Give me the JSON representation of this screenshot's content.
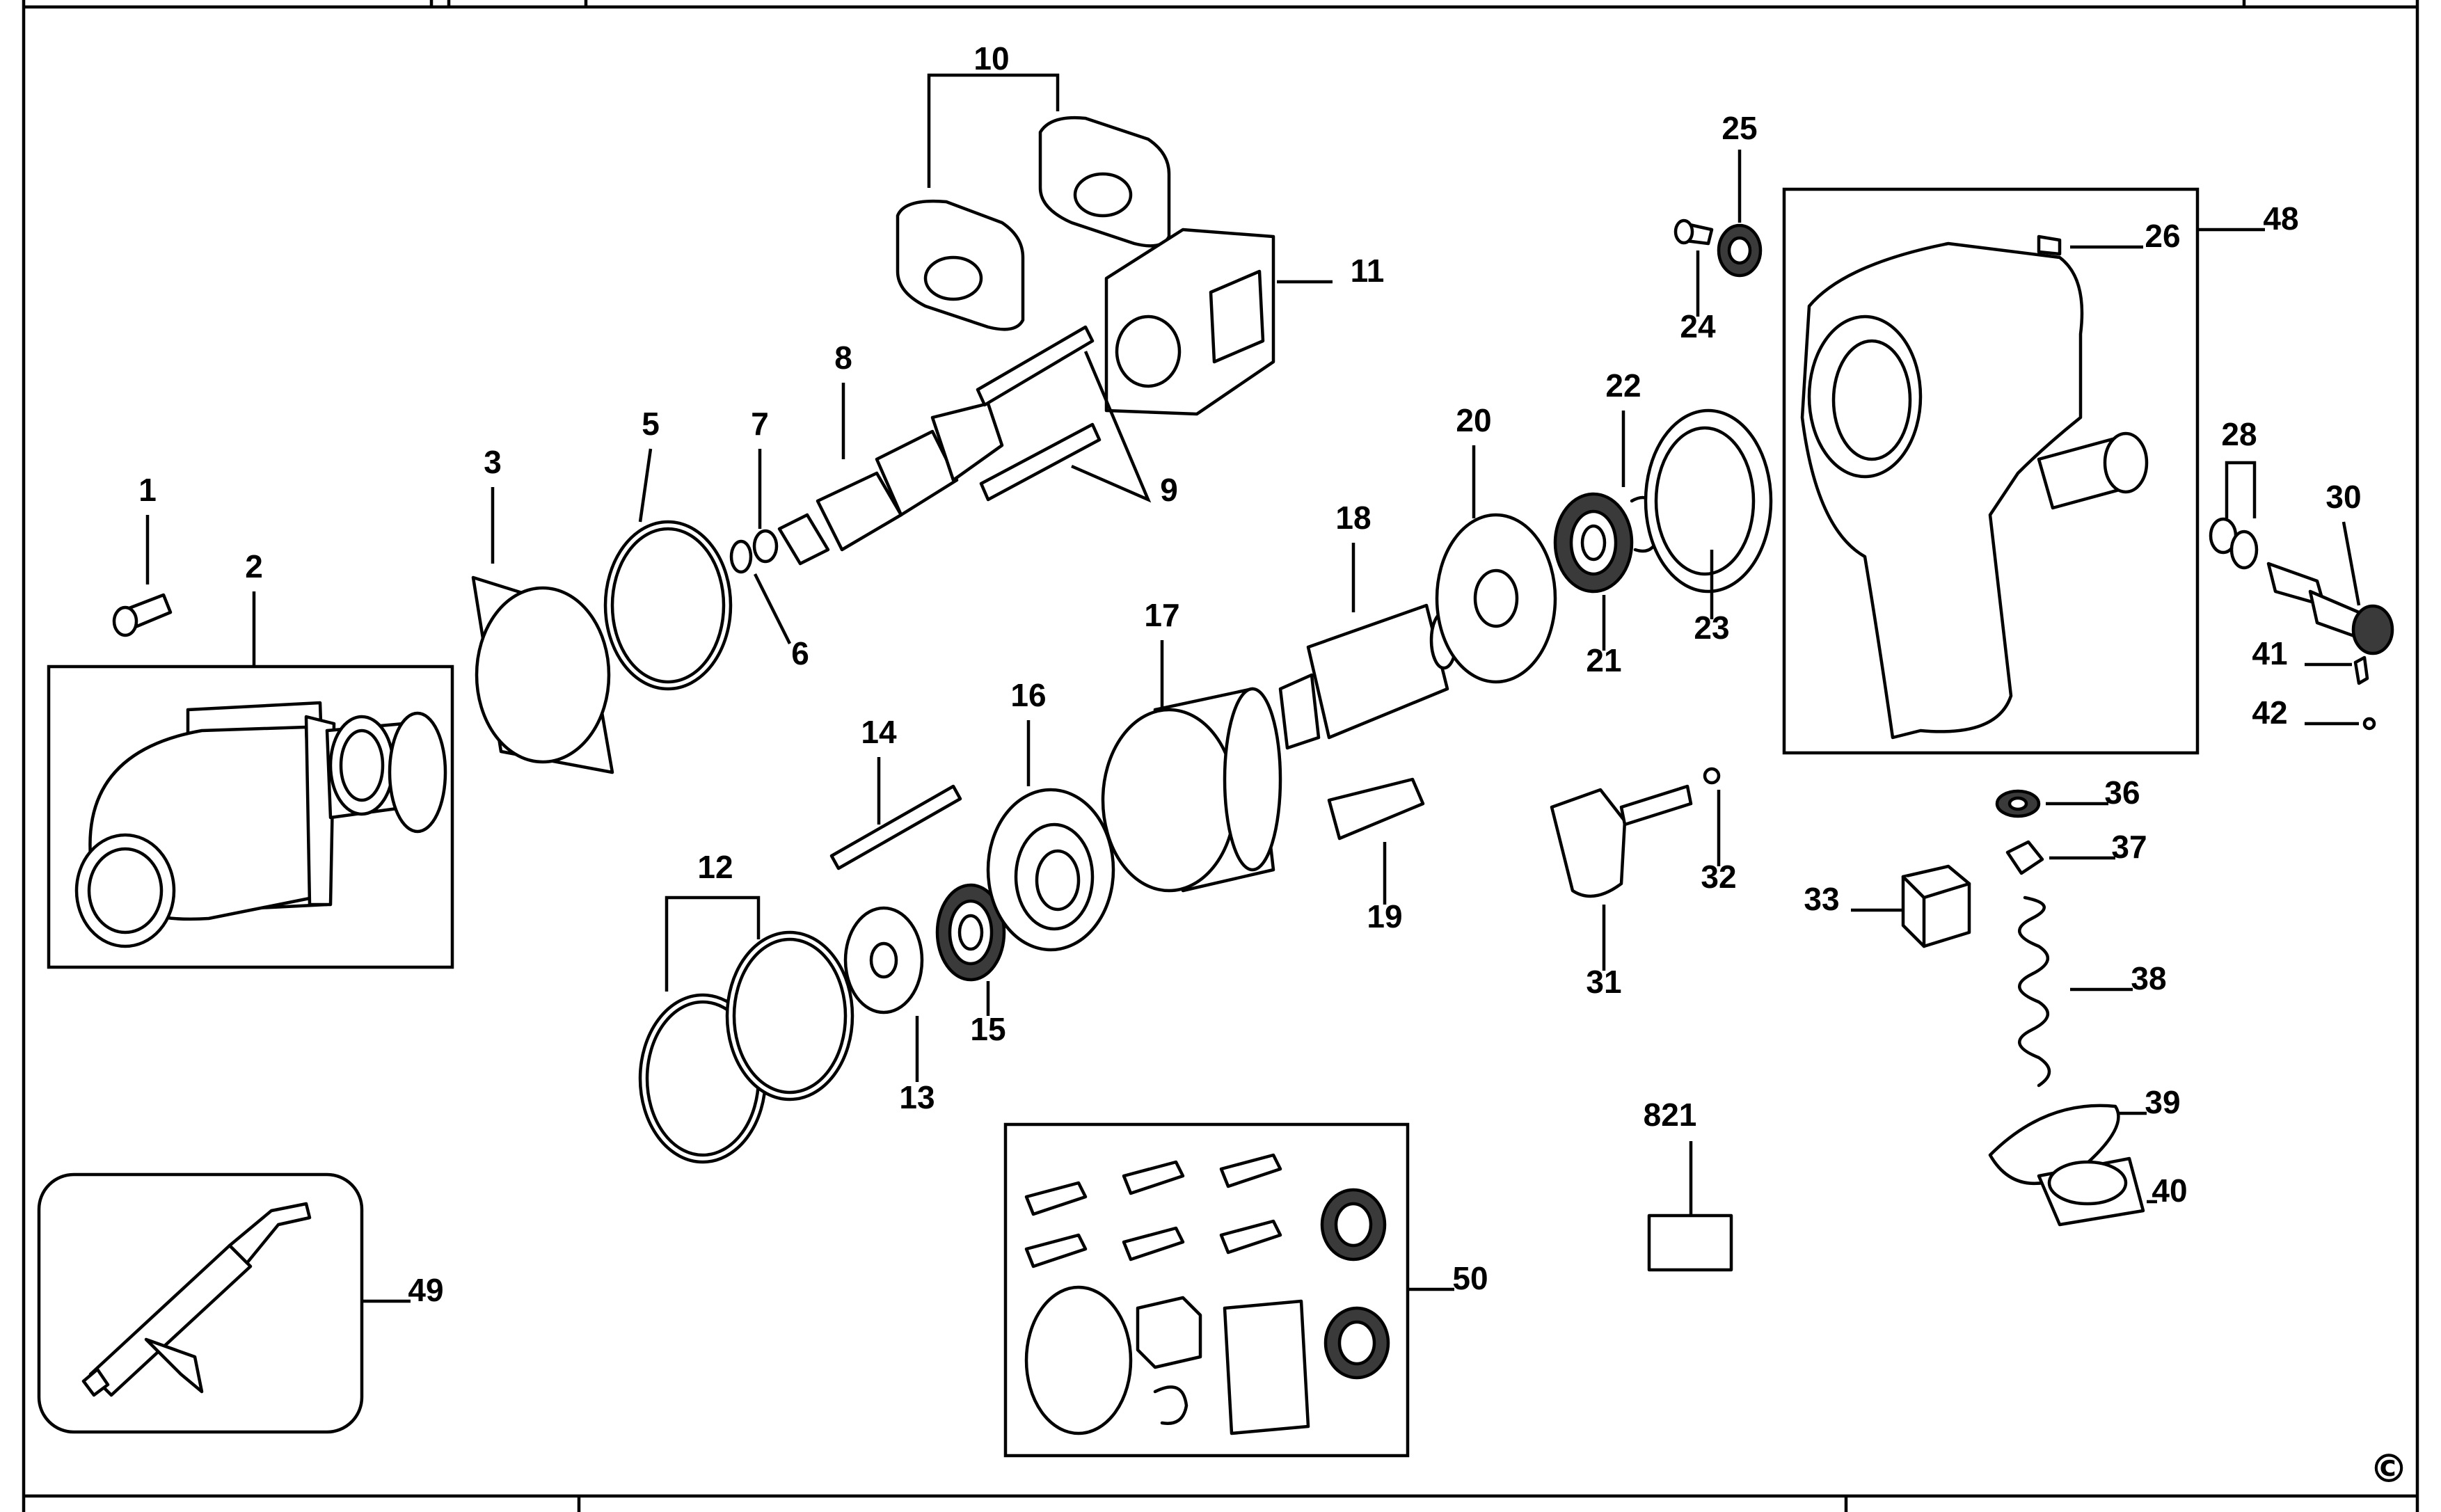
{
  "diagram": {
    "type": "exploded-parts-view",
    "copyright_mark": "©",
    "callouts": [
      "1",
      "2",
      "3",
      "5",
      "6",
      "7",
      "8",
      "9",
      "10",
      "11",
      "12",
      "13",
      "14",
      "15",
      "16",
      "17",
      "18",
      "19",
      "20",
      "21",
      "22",
      "23",
      "24",
      "25",
      "26",
      "28",
      "30",
      "31",
      "32",
      "33",
      "36",
      "37",
      "38",
      "39",
      "40",
      "41",
      "42",
      "48",
      "49",
      "50",
      "821"
    ],
    "footer": {
      "center_text": "",
      "right_text": ""
    }
  }
}
